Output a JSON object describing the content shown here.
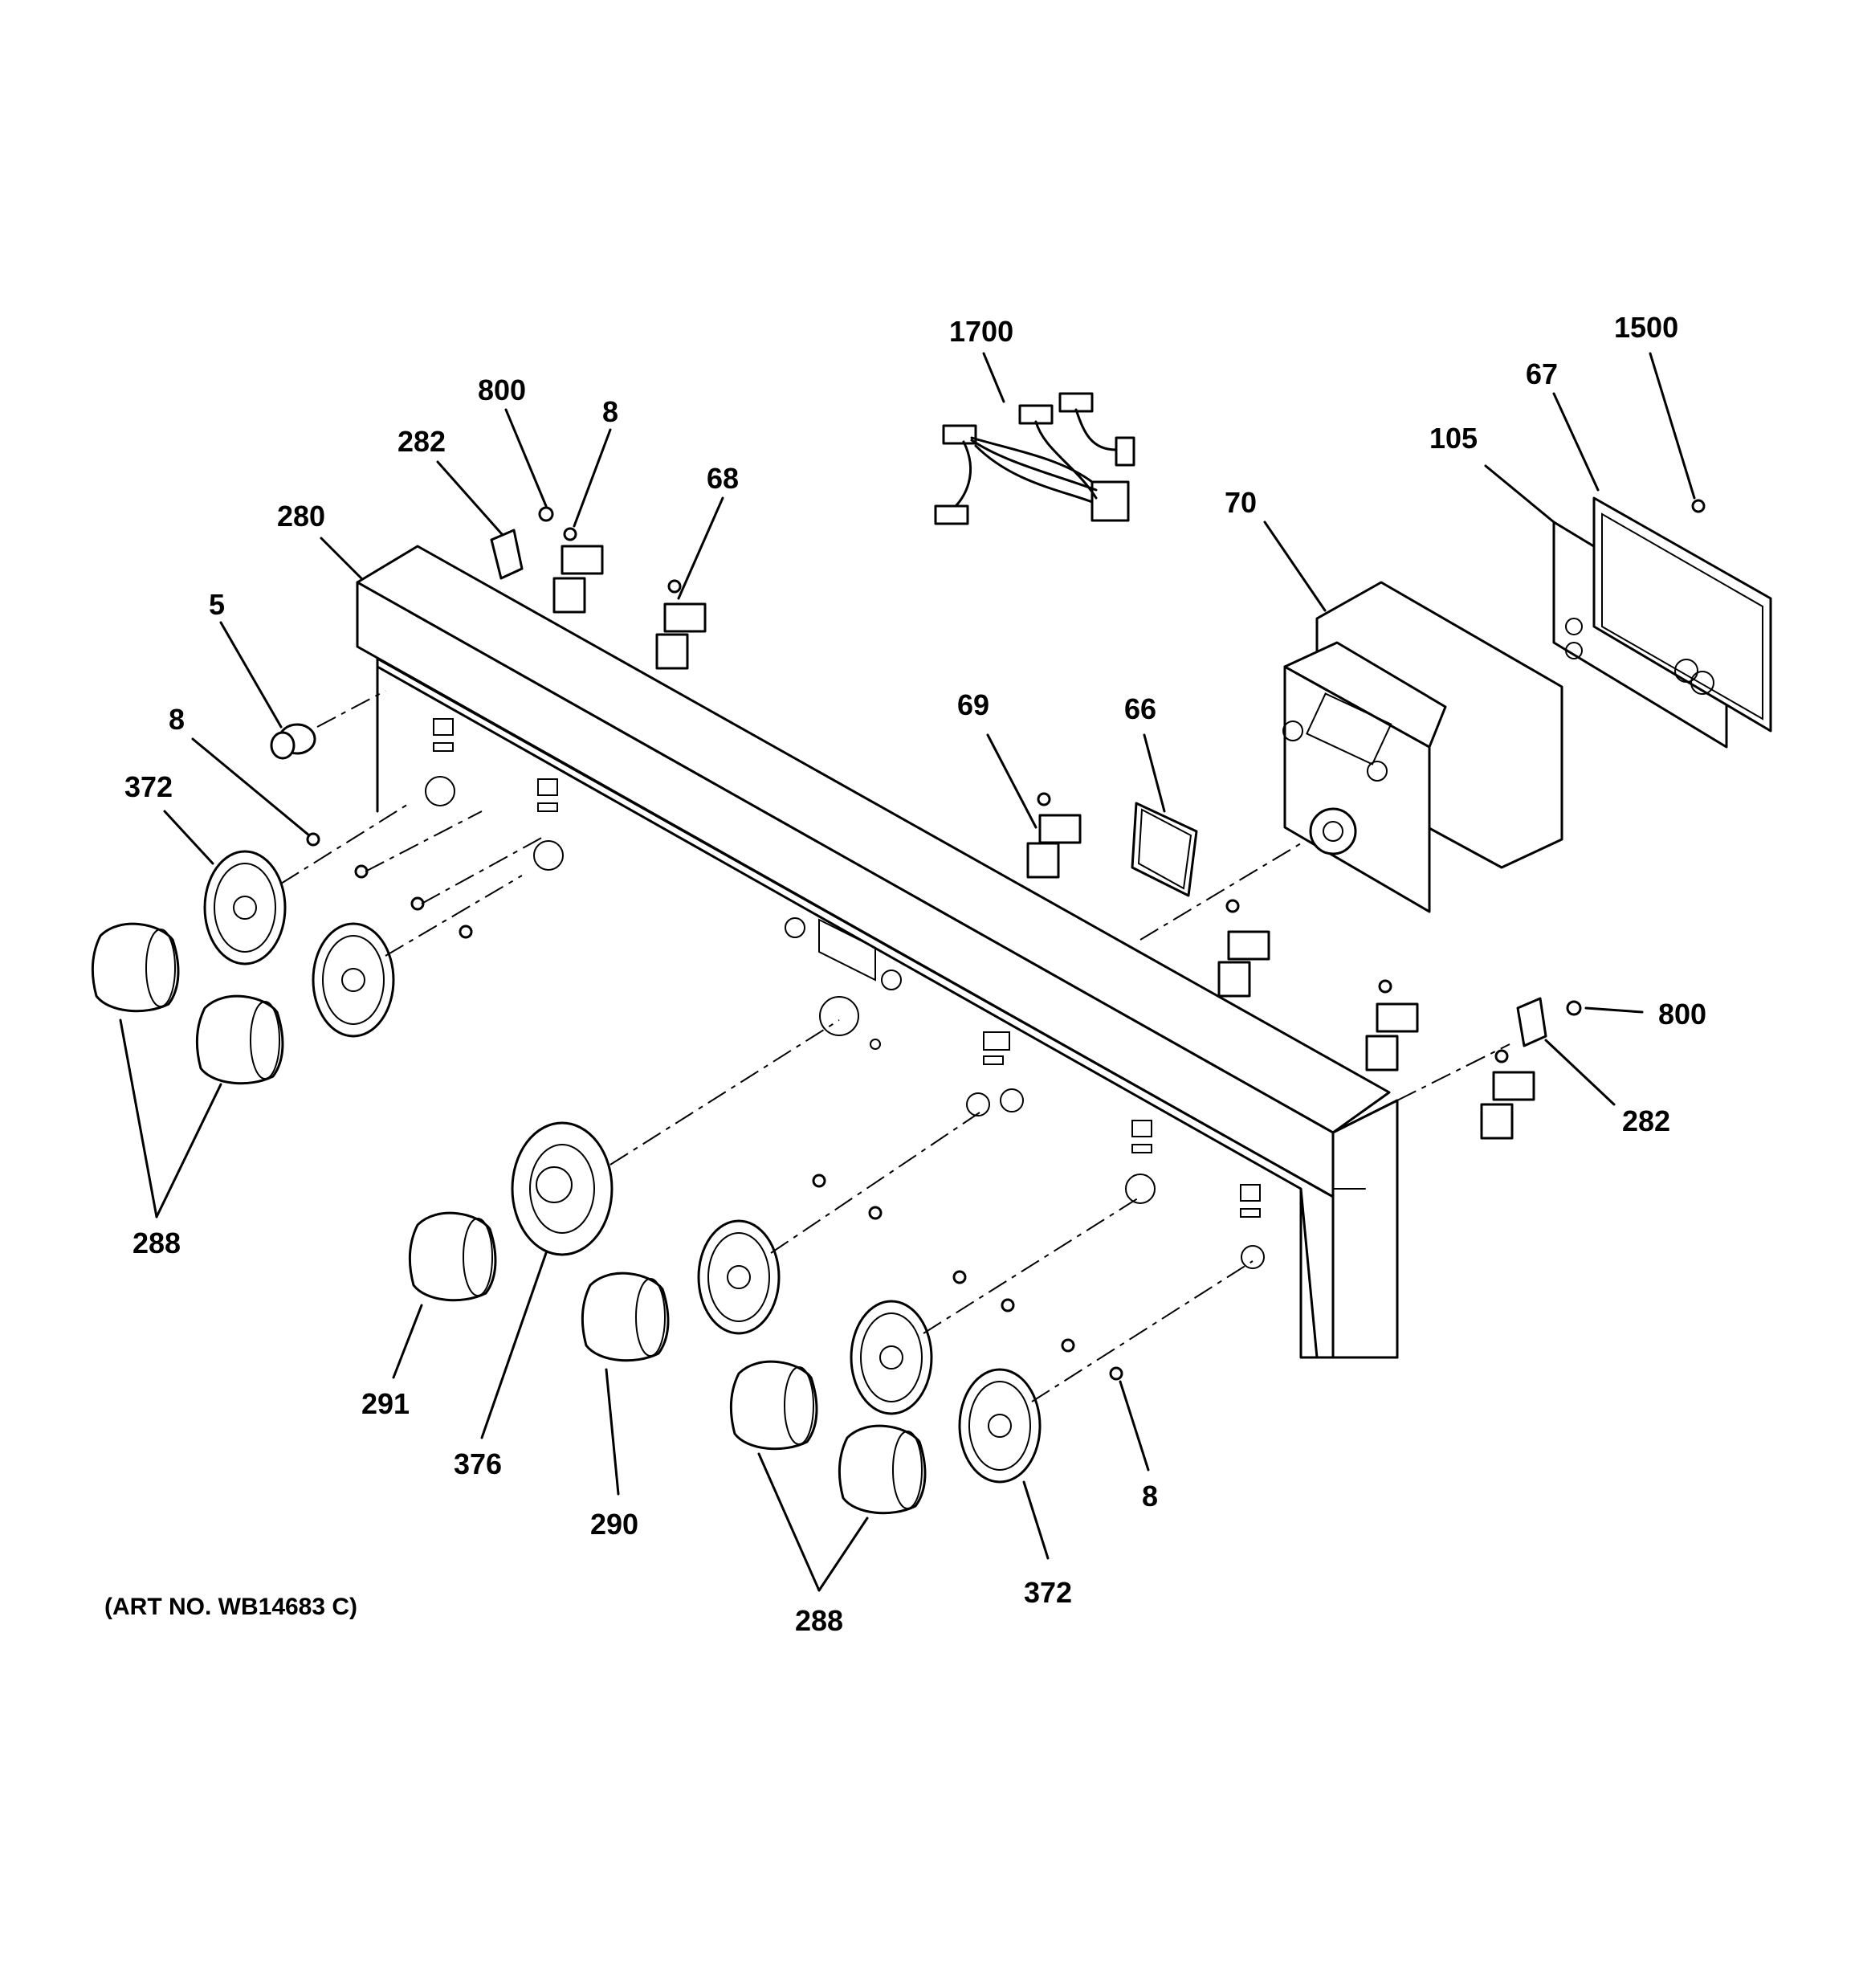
{
  "art_number": "(ART NO. WB14683 C)",
  "callouts": [
    {
      "id": "c1700a",
      "text": "1700"
    },
    {
      "id": "c1500",
      "text": "1500"
    },
    {
      "id": "c67",
      "text": "67"
    },
    {
      "id": "c105",
      "text": "105"
    },
    {
      "id": "c70",
      "text": "70"
    },
    {
      "id": "c800a",
      "text": "800"
    },
    {
      "id": "c8a",
      "text": "8"
    },
    {
      "id": "c282a",
      "text": "282"
    },
    {
      "id": "c68",
      "text": "68"
    },
    {
      "id": "c280",
      "text": "280"
    },
    {
      "id": "c5",
      "text": "5"
    },
    {
      "id": "c8b",
      "text": "8"
    },
    {
      "id": "c372a",
      "text": "372"
    },
    {
      "id": "c69",
      "text": "69"
    },
    {
      "id": "c66",
      "text": "66"
    },
    {
      "id": "c800b",
      "text": "800"
    },
    {
      "id": "c282b",
      "text": "282"
    },
    {
      "id": "c288a",
      "text": "288"
    },
    {
      "id": "c291",
      "text": "291"
    },
    {
      "id": "c376",
      "text": "376"
    },
    {
      "id": "c290",
      "text": "290"
    },
    {
      "id": "c8c",
      "text": "8"
    },
    {
      "id": "c288b",
      "text": "288"
    },
    {
      "id": "c372b",
      "text": "372"
    }
  ]
}
